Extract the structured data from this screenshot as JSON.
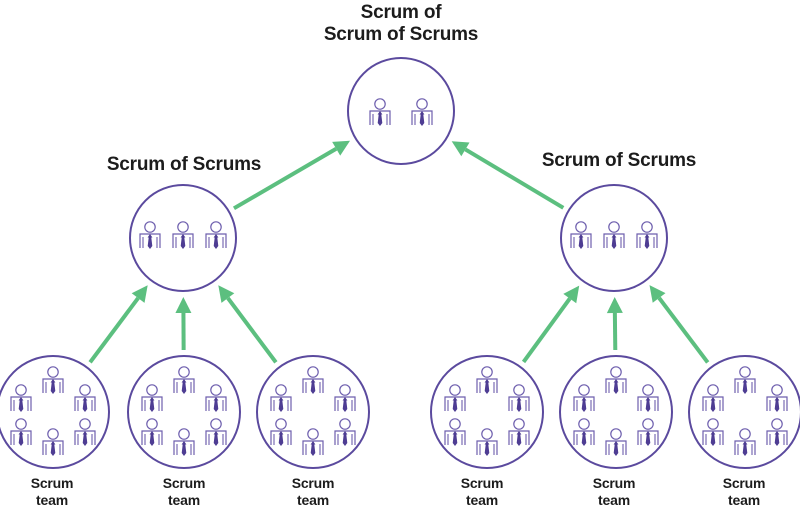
{
  "colors": {
    "circle_stroke": "#5b4a9e",
    "person_stroke": "#6e5fae",
    "tie_fill": "#4e3d93",
    "arrow": "#5cbf7f",
    "text": "#1c1c1c"
  },
  "nodes": {
    "top": {
      "title_line1": "Scrum of",
      "title_line2": "Scrum of Scrums",
      "members": 2
    },
    "sos_left": {
      "title": "Scrum of Scrums",
      "members": 3
    },
    "sos_right": {
      "title": "Scrum of Scrums",
      "members": 3
    },
    "teams": [
      {
        "line1": "Scrum",
        "line2": "team",
        "members": 6,
        "parent": "sos_left"
      },
      {
        "line1": "Scrum",
        "line2": "team",
        "members": 6,
        "parent": "sos_left"
      },
      {
        "line1": "Scrum",
        "line2": "team",
        "members": 6,
        "parent": "sos_left"
      },
      {
        "line1": "Scrum",
        "line2": "team",
        "members": 6,
        "parent": "sos_right"
      },
      {
        "line1": "Scrum",
        "line2": "team",
        "members": 6,
        "parent": "sos_right"
      },
      {
        "line1": "Scrum",
        "line2": "team",
        "members": 6,
        "parent": "sos_right"
      }
    ]
  },
  "edges": [
    {
      "from": "team-1",
      "to": "sos_left"
    },
    {
      "from": "team-2",
      "to": "sos_left"
    },
    {
      "from": "team-3",
      "to": "sos_left"
    },
    {
      "from": "team-4",
      "to": "sos_right"
    },
    {
      "from": "team-5",
      "to": "sos_right"
    },
    {
      "from": "team-6",
      "to": "sos_right"
    },
    {
      "from": "sos_left",
      "to": "top"
    },
    {
      "from": "sos_right",
      "to": "top"
    }
  ],
  "icons": {
    "person": "person-with-tie-icon",
    "arrow": "arrow-up-icon"
  }
}
